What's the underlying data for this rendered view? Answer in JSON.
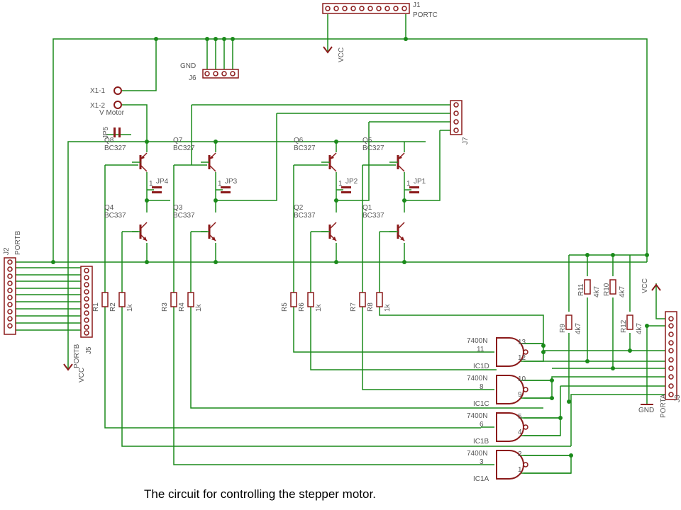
{
  "caption": "The circuit for controlling the stepper motor.",
  "colors": {
    "wire": "#1a8a1a",
    "part": "#8b1a1a",
    "label": "#555555"
  },
  "connectors": {
    "j1": {
      "ref": "J1",
      "name": "PORTC"
    },
    "j2": {
      "ref": "J2",
      "name": "PORTB"
    },
    "j3": {
      "ref": "J3",
      "name": "PORTA"
    },
    "j5": {
      "ref": "J5",
      "name": "PORTB"
    },
    "j6": {
      "ref": "J6",
      "name": "GND"
    },
    "j7": {
      "ref": "J7"
    }
  },
  "supply": {
    "vcc": "VCC",
    "gnd": "GND"
  },
  "terminals": {
    "x1_1": "X1-1",
    "x1_2": "X1-2",
    "vmotor": "V Motor"
  },
  "jumpers": {
    "jp1": "JP1",
    "jp2": "JP2",
    "jp3": "JP3",
    "jp4": "JP4",
    "jp5": "JP5"
  },
  "transistors": {
    "q1": {
      "ref": "Q1",
      "type": "BC337"
    },
    "q2": {
      "ref": "Q2",
      "type": "BC337"
    },
    "q3": {
      "ref": "Q3",
      "type": "BC337"
    },
    "q4": {
      "ref": "Q4",
      "type": "BC337"
    },
    "q5": {
      "ref": "Q5",
      "type": "BC327"
    },
    "q6": {
      "ref": "Q6",
      "type": "BC327"
    },
    "q7": {
      "ref": "Q7",
      "type": "BC327"
    },
    "q8": {
      "ref": "Q8",
      "type": "BC327"
    }
  },
  "resistors": {
    "r1": "R1",
    "r2": "R2",
    "r3": "R3",
    "r4": "R4",
    "r5": "R5",
    "r6": "R6",
    "r7": "R7",
    "r8": "R8",
    "val_1k": "1k",
    "r9": "R9",
    "r10": "R10",
    "r11": "R11",
    "r12": "R12",
    "val_4k7": "4k7"
  },
  "gates": {
    "ic1d": {
      "type": "7400N",
      "ref": "IC1D",
      "in1": "13",
      "in2": "12",
      "out": "11"
    },
    "ic1c": {
      "type": "7400N",
      "ref": "IC1C",
      "in1": "10",
      "in2": "9",
      "out": "8"
    },
    "ic1b": {
      "type": "7400N",
      "ref": "IC1B",
      "in1": "5",
      "in2": "4",
      "out": "6"
    },
    "ic1a": {
      "type": "7400N",
      "ref": "IC1A",
      "in1": "2",
      "in2": "1",
      "out": "3"
    }
  },
  "pin_numbers": {
    "one": "1",
    "two": "2"
  }
}
